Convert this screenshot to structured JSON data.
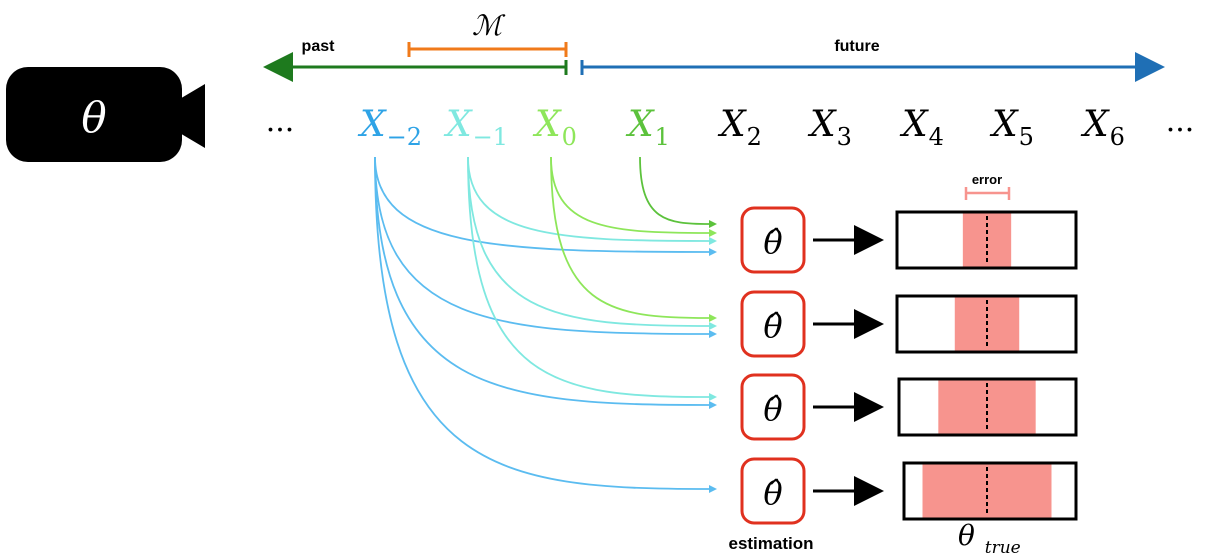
{
  "camera": {
    "symbol": "θ"
  },
  "timeline": {
    "past_label": "past",
    "future_label": "future",
    "memory_label": "ℳ",
    "ellipsis_left": "···",
    "ellipsis_right": "···",
    "variables": [
      {
        "base": "X",
        "sub": "−2",
        "color": "#2ea3e6"
      },
      {
        "base": "X",
        "sub": "−1",
        "color": "#7fe8e0"
      },
      {
        "base": "X",
        "sub": "0",
        "color": "#8ee65a"
      },
      {
        "base": "X",
        "sub": "1",
        "color": "#5cc23c"
      },
      {
        "base": "X",
        "sub": "2",
        "color": "#000000"
      },
      {
        "base": "X",
        "sub": "3",
        "color": "#000000"
      },
      {
        "base": "X",
        "sub": "4",
        "color": "#000000"
      },
      {
        "base": "X",
        "sub": "5",
        "color": "#000000"
      },
      {
        "base": "X",
        "sub": "6",
        "color": "#000000"
      }
    ]
  },
  "estimator": {
    "symbol": "θ̂"
  },
  "rows": [
    {
      "error_fraction": 0.27
    },
    {
      "error_fraction": 0.36
    },
    {
      "error_fraction": 0.55
    },
    {
      "error_fraction": 0.75
    }
  ],
  "labels": {
    "error": "error",
    "estimation": "estimation",
    "theta_true_base": "θ",
    "theta_true_sub": "true"
  },
  "colors": {
    "past": "#1e7a1e",
    "future": "#1f6fb5",
    "memory": "#f07a1a",
    "estimator_border": "#e0311f",
    "error_fill": "#f7948e",
    "error_bracket": "#f7948e"
  }
}
